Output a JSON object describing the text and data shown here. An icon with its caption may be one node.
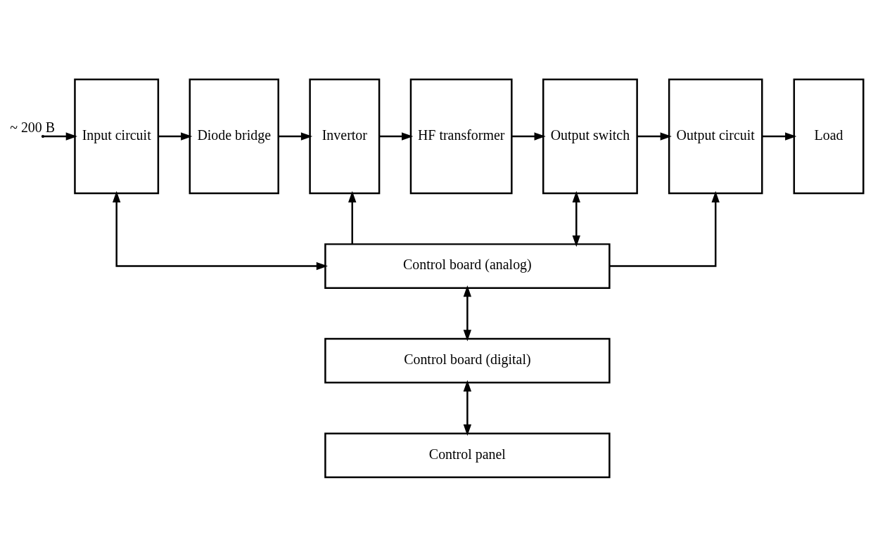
{
  "diagram": {
    "nodes": [
      {
        "text": [
          "Input circuit"
        ]
      },
      {
        "text": [
          "Diode bridge"
        ]
      },
      {
        "text": [
          "Invertor"
        ]
      },
      {
        "text": [
          "HF transformer"
        ]
      },
      {
        "text": [
          "Output switch"
        ]
      },
      {
        "text": [
          "Output circuit"
        ]
      },
      {
        "text": [
          "Load"
        ]
      },
      {
        "text": [
          "Control board (analog)"
        ]
      },
      {
        "text": [
          "Control board (digital)"
        ]
      },
      {
        "text": [
          "Control panel"
        ]
      }
    ],
    "edges": [
      {
        "from": null,
        "to": 0,
        "arrow": "to",
        "label": "~ 200 B"
      },
      {
        "from": 0,
        "to": 1,
        "arrow": "to"
      },
      {
        "from": 1,
        "to": 2,
        "arrow": "to"
      },
      {
        "from": 2,
        "to": 3,
        "arrow": "to"
      },
      {
        "from": 3,
        "to": 4,
        "arrow": "to"
      },
      {
        "from": 4,
        "to": 5,
        "arrow": "to"
      },
      {
        "from": 5,
        "to": 6,
        "arrow": "to"
      },
      {
        "from": 7,
        "to": 0,
        "arrow": "both"
      },
      {
        "from": 7,
        "to": 2,
        "arrow": "to"
      },
      {
        "from": 7,
        "to": 4,
        "arrow": "both"
      },
      {
        "from": 7,
        "to": 5,
        "arrow": "to"
      },
      {
        "from": 7,
        "to": 8,
        "arrow": "both"
      },
      {
        "from": 8,
        "to": 9,
        "arrow": "both"
      }
    ]
  }
}
